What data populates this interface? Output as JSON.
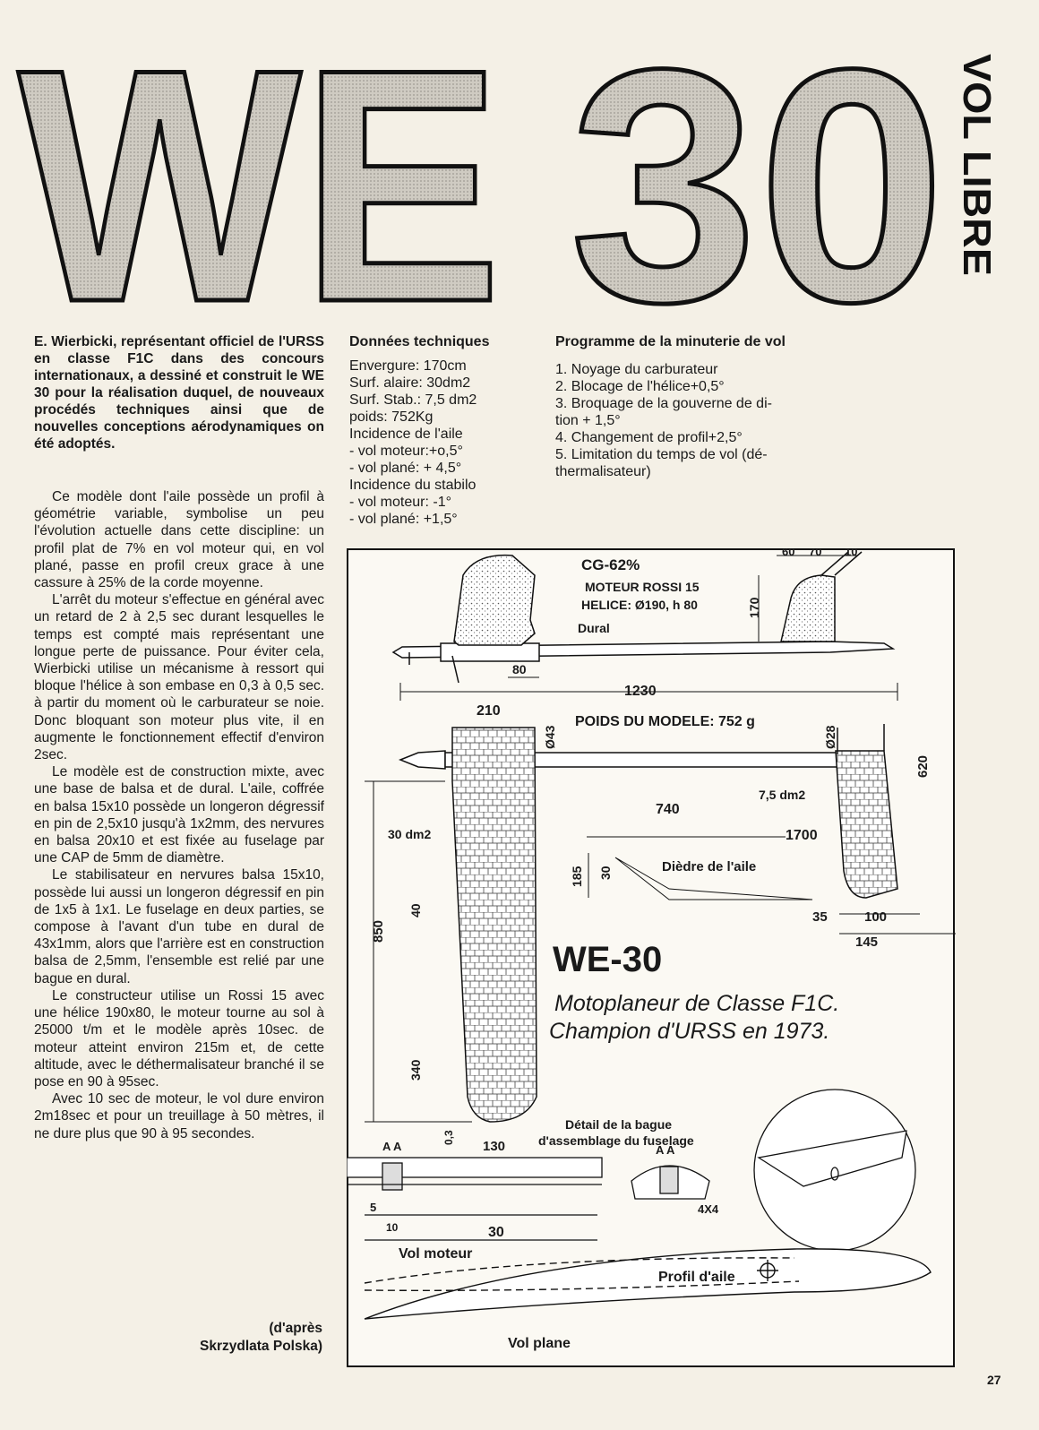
{
  "header": {
    "big_title_part1": "WE",
    "big_title_part2": "30",
    "section_label": "VOL LIBRE"
  },
  "article": {
    "intro": "E. Wierbicki, représentant officiel de l'URSS en classe F1C dans des concours internationaux, a dessiné et construit le WE 30 pour la réalisation duquel, de nouveaux procédés techniques ainsi que de nouvelles conceptions aérodynamiques on été adoptés.",
    "paragraphs": [
      "Ce modèle dont l'aile possède un profil à géométrie variable, symbolise un peu l'évolution actuelle dans cette discipline: un profil plat de 7% en vol moteur qui, en vol plané, passe en profil creux grace à une cassure à 25% de la corde moyenne.",
      "L'arrêt du moteur s'effectue en général avec un retard de 2 à 2,5 sec durant lesquelles le temps est compté mais représentant une longue perte de puissance. Pour éviter cela, Wierbicki utilise un mécanisme à ressort qui bloque l'hélice à son embase en 0,3 à 0,5 sec. à partir du moment où le carburateur se noie. Donc bloquant son moteur plus vite, il en augmente le fonctionnement effectif d'environ 2sec.",
      "Le modèle est de construction mixte, avec une base de balsa et de dural. L'aile, coffrée en balsa 15x10 possède un longeron dégressif en pin de 2,5x10 jusqu'à 1x2mm, des nervures en balsa 20x10 et est fixée au fuselage par une CAP de 5mm de diamètre.",
      "Le stabilisateur en nervures balsa 15x10, possède lui aussi un longeron dégressif en pin de 1x5 à 1x1. Le fuselage en deux parties, se compose à l'avant d'un tube en dural de 43x1mm, alors que l'arrière est en construction balsa de 2,5mm, l'ensemble est relié par une bague en dural.",
      "Le constructeur utilise un Rossi 15 avec une hélice 190x80, le moteur tourne au sol à 25000 t/m et le modèle après 10sec. de moteur atteint environ 215m et, de cette altitude, avec le déthermalisateur branché il se pose en 90 à 95sec.",
      "Avec 10 sec de moteur, le vol dure environ 2m18sec et pour un treuillage à 50 mètres, il ne dure plus que 90 à 95 secondes."
    ],
    "credit_line1": "(d'après",
    "credit_line2": "Skrzydlata Polska)"
  },
  "tech": {
    "heading": "Données techniques",
    "lines": [
      "Envergure: 170cm",
      "Surf. alaire: 30dm2",
      "Surf. Stab.: 7,5 dm2",
      "poids: 752Kg",
      "Incidence de l'aile",
      "- vol moteur:+o,5°",
      "- vol plané: + 4,5°",
      "Incidence du stabilo",
      "- vol moteur: -1°",
      "- vol plané: +1,5°"
    ]
  },
  "program": {
    "heading": "Programme de la minuterie de vol",
    "items": [
      "1. Noyage du carburateur",
      "2. Blocage de l'hélice+0,5°",
      "3. Broquage de la gouverne de di-",
      "tion + 1,5°",
      "4. Changement de profil+2,5°",
      "5. Limitation du temps de vol (dé-",
      "thermalisateur)"
    ]
  },
  "drawing": {
    "cg": "CG-62%",
    "engine": "MOTEUR ROSSI 15",
    "propeller": "HELICE: Ø190, h 80",
    "dural": "Dural",
    "weight": "POIDS DU MODELE: 752 g",
    "dims": {
      "d1230": "1230",
      "d80": "80",
      "d170": "170",
      "d60": "60",
      "d70": "70",
      "d10": "10",
      "d210": "210",
      "d43": "Ø43",
      "d28": "Ø28",
      "d620": "620",
      "d740": "740",
      "d1700": "1700",
      "d185": "185",
      "d30": "30",
      "d35": "35",
      "d100": "100",
      "d145": "145",
      "d850": "850",
      "d40": "40",
      "d340": "340",
      "d130": "130",
      "d03": "0,3",
      "d5": "5",
      "d10b": "10",
      "d30b": "30",
      "d4x4": "4X4"
    },
    "stab_area": "7,5 dm2",
    "wing_area": "30 dm2",
    "dihedral": "Dièdre de l'aile",
    "model_name": "WE-30",
    "subtitle1": "Motoplaneur de Classe F1C.",
    "subtitle2": "Champion d'URSS en 1973.",
    "ring_detail1": "Détail de la bague",
    "ring_detail2": "d'assemblage du fuselage",
    "section_mark": "A A",
    "powered": "Vol moteur",
    "glide": "Vol plane",
    "profile": "Profil d'aile"
  },
  "page_number": "27"
}
